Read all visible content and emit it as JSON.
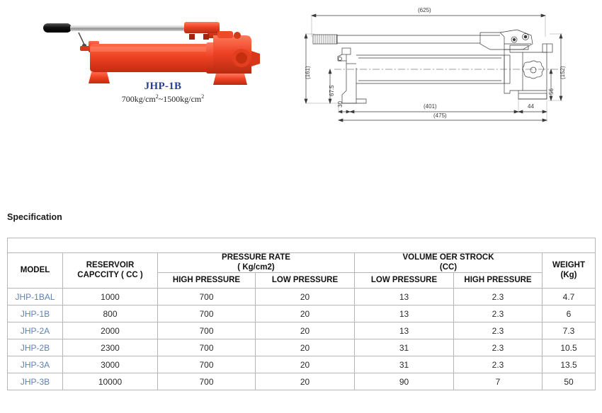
{
  "product": {
    "model_name": "JHP-1B",
    "pressure_range_prefix": "700kg/cm",
    "pressure_range_mid": "~1500kg/cm",
    "sup": "2",
    "photo_alt": "red-hydraulic-hand-pump"
  },
  "drawing": {
    "overall_length": "(625)",
    "body_height": "(161)",
    "foot_height": "67.5",
    "foot_width": "30",
    "body_length": "(401)",
    "base_length": "(475)",
    "tail_width": "44",
    "right_height": "(152)",
    "right_small": "56"
  },
  "spec": {
    "heading": "Specification",
    "headers": {
      "model": "MODEL",
      "reservoir_line1": "RESERVOIR",
      "reservoir_line2": "CAPCCITY ( CC )",
      "pressure_rate_line1": "PRESSURE RATE",
      "pressure_rate_line2": "( Kg/cm2)",
      "volume_line1": "VOLUME OER STROCK",
      "volume_line2": "(CC)",
      "weight_line1": "WEIGHT",
      "weight_line2": "(Kg)",
      "pressure_high": "HIGH PRESSURE",
      "pressure_low": "LOW PRESSURE",
      "volume_low": "LOW PRESSURE",
      "volume_high": "HIGH PRESSURE"
    },
    "rows": [
      {
        "model": "JHP-1BAL",
        "reservoir": "1000",
        "p_high": "700",
        "p_low": "20",
        "v_low": "13",
        "v_high": "2.3",
        "weight": "4.7"
      },
      {
        "model": "JHP-1B",
        "reservoir": "800",
        "p_high": "700",
        "p_low": "20",
        "v_low": "13",
        "v_high": "2.3",
        "weight": "6"
      },
      {
        "model": "JHP-2A",
        "reservoir": "2000",
        "p_high": "700",
        "p_low": "20",
        "v_low": "13",
        "v_high": "2.3",
        "weight": "7.3"
      },
      {
        "model": "JHP-2B",
        "reservoir": "2300",
        "p_high": "700",
        "p_low": "20",
        "v_low": "31",
        "v_high": "2.3",
        "weight": "10.5"
      },
      {
        "model": "JHP-3A",
        "reservoir": "3000",
        "p_high": "700",
        "p_low": "20",
        "v_low": "31",
        "v_high": "2.3",
        "weight": "13.5"
      },
      {
        "model": "JHP-3B",
        "reservoir": "10000",
        "p_high": "700",
        "p_low": "20",
        "v_low": "90",
        "v_high": "7",
        "weight": "50"
      }
    ]
  },
  "colors": {
    "model_text": "#5f82b0",
    "caption_blue": "#2b3f8c",
    "pump_red": "#ef4023",
    "pump_red_dark": "#c62a12",
    "table_border": "#b6b6b6"
  }
}
